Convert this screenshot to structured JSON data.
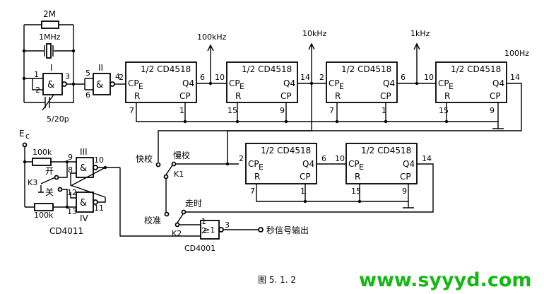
{
  "labels": {
    "r_2m": "2M",
    "crystal": "1MHz",
    "cap_trim": "5/20p",
    "gate1": "I",
    "gate2": "II",
    "gate3": "III",
    "gate4": "IV",
    "ec": "E",
    "ec_sub": "c",
    "r100k_top": "100k",
    "r100k_bot": "100k",
    "k3": "K3",
    "on": "开",
    "off": "关",
    "cd4011": "CD4011",
    "fast": "快校",
    "slow": "慢校",
    "k1": "K1",
    "calibrate": "校准",
    "run": "走时",
    "k2": "K2",
    "cd4001": "CD4001",
    "second_out": "秒信号输出",
    "freq_100khz": "100kHz",
    "freq_10khz": "10kHz",
    "freq_1khz": "1kHz",
    "freq_100hz": "100Hz",
    "caption": "图 5. 1. 2",
    "watermark": "www.syyyd.com"
  },
  "counters": [
    {
      "title": "1/2  CD4518",
      "in_pin": "2",
      "out_pin": "6",
      "r_pin": "7",
      "cp_pin": "1"
    },
    {
      "title": "1/2  CD4518",
      "in_pin": "10",
      "out_pin": "14",
      "r_pin": "15",
      "cp_pin": "9"
    },
    {
      "title": "1/2  CD4518",
      "in_pin": "2",
      "out_pin": "6",
      "r_pin": "7",
      "cp_pin": "1"
    },
    {
      "title": "1/2  CD4518",
      "in_pin": "10",
      "out_pin": "14",
      "r_pin": "15",
      "cp_pin": "9"
    },
    {
      "title": "1/2  CD4518",
      "in_pin": "2",
      "out_pin": "6",
      "r_pin": "7",
      "cp_pin": "1"
    },
    {
      "title": "1/2  CD4518",
      "in_pin": "10",
      "out_pin": "14",
      "r_pin": "15",
      "cp_pin": "9"
    }
  ],
  "pins": {
    "cpe": "CP",
    "cpe_sub": "E",
    "q4": "Q4",
    "r": "R",
    "cp": "CP",
    "amp": "&",
    "or_sym": "≥1"
  },
  "gate_pins": {
    "g1_in_a": "1",
    "g1_in_b": "2",
    "g1_out": "3",
    "g2_in_a": "5",
    "g2_in_b": "6",
    "g2_out": "4",
    "g3_in_a": "9",
    "g3_in_b": "8",
    "g3_out": "10",
    "g4_in_a": "12",
    "g4_in_b": "13",
    "g4_out": "11",
    "nor_in_a": "1",
    "nor_in_b": "2",
    "nor_out": "3"
  }
}
